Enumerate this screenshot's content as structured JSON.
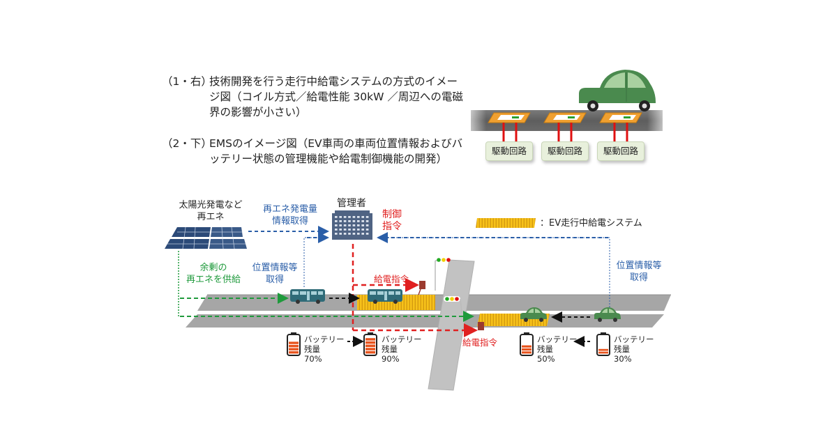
{
  "captions": [
    {
      "label": "（1・右）",
      "text": "技術開発を行う走行中給電システムの方式のイメージ図（コイル方式／給電性能 30kW ／周辺への電磁界の影響が小さい）"
    },
    {
      "label": "（2・下）",
      "text": "EMSのイメージ図（EV車両の車両位置情報およびバッテリー状態の管理機能や給電制御機能の開発）"
    }
  ],
  "coil_diagram": {
    "drive_circuits": [
      "駆動回路",
      "駆動回路",
      "駆動回路"
    ]
  },
  "ems_diagram": {
    "renewable_source": "太陽光発電など\n再エネ",
    "renewable_source_line1": "太陽光発電など",
    "renewable_source_line2": "再エネ",
    "manager": "管理者",
    "renewable_info_line1": "再エネ発電量",
    "renewable_info_line2": "情報取得",
    "control_command_line1": "制御",
    "control_command_line2": "指令",
    "legend_text": "：EV走行中給電システム",
    "surplus_line1": "余剰の",
    "surplus_line2": "再エネを供給",
    "position_info_left_line1": "位置情報等",
    "position_info_left_line2": "取得",
    "position_info_right_line1": "位置情報等",
    "position_info_right_line2": "取得",
    "power_command_upper": "給電指令",
    "power_command_lower": "給電指令",
    "batteries": [
      {
        "line1": "バッテリー",
        "line2": "残量",
        "level": "70%",
        "fill": 0.7
      },
      {
        "line1": "バッテリー",
        "line2": "残量",
        "level": "90%",
        "fill": 0.9
      },
      {
        "line1": "バッテリー",
        "line2": "残量",
        "level": "50%",
        "fill": 0.5
      },
      {
        "line1": "バッテリー",
        "line2": "残量",
        "level": "30%",
        "fill": 0.3
      }
    ]
  },
  "colors": {
    "blue_label": "#2a5ea8",
    "green_label": "#1f9a3c",
    "red_label": "#e02020",
    "car_green": "#4a8a4e",
    "bus_teal": "#2f6b78",
    "road_gray": "#a6a6a6",
    "coil_orange": "#f0a030",
    "charging_lane_yellow": "#f2b51c"
  }
}
